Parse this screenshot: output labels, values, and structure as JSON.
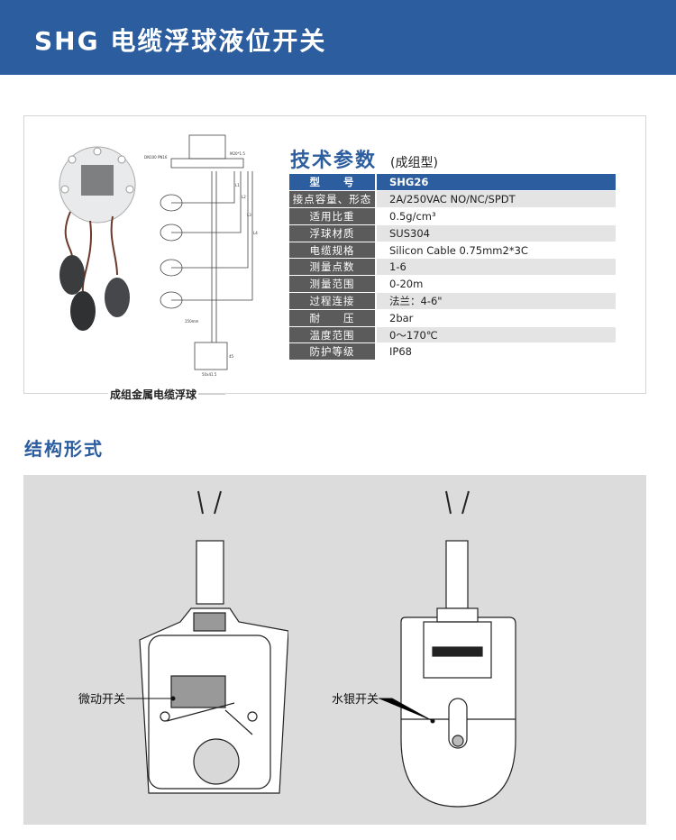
{
  "header": {
    "title": "SHG 电缆浮球液位开关"
  },
  "product": {
    "caption": "成组金属电缆浮球",
    "drawing_labels": {
      "flange": "DN100 PN16",
      "thread": "M20*1.5",
      "l1": "L1",
      "l2": "L2",
      "l3": "L3",
      "l4": "L4",
      "offset": "150mm",
      "height": "45",
      "width": "50x41.5"
    }
  },
  "specs": {
    "title": "技术参数",
    "subtitle": "(成组型)",
    "header": {
      "label": "型　　号",
      "value": "SHG26"
    },
    "rows": [
      {
        "label": "接点容量、形态",
        "value": "2A/250VAC NO/NC/SPDT"
      },
      {
        "label": "适用比重",
        "value": "0.5g/cm³"
      },
      {
        "label": "浮球材质",
        "value": "SUS304"
      },
      {
        "label": "电缆规格",
        "value": "Silicon Cable 0.75mm2*3C"
      },
      {
        "label": "测量点数",
        "value": "1-6"
      },
      {
        "label": "测量范围",
        "value": "0-20m"
      },
      {
        "label": "过程连接",
        "value": "法兰：4-6\""
      },
      {
        "label": "耐　　压",
        "value": "2bar"
      },
      {
        "label": "温度范围",
        "value": "0～170℃"
      },
      {
        "label": "防护等级",
        "value": "IP68"
      }
    ]
  },
  "structure": {
    "title": "结构形式",
    "micro_switch": "微动开关",
    "mercury_switch": "水银开关"
  }
}
